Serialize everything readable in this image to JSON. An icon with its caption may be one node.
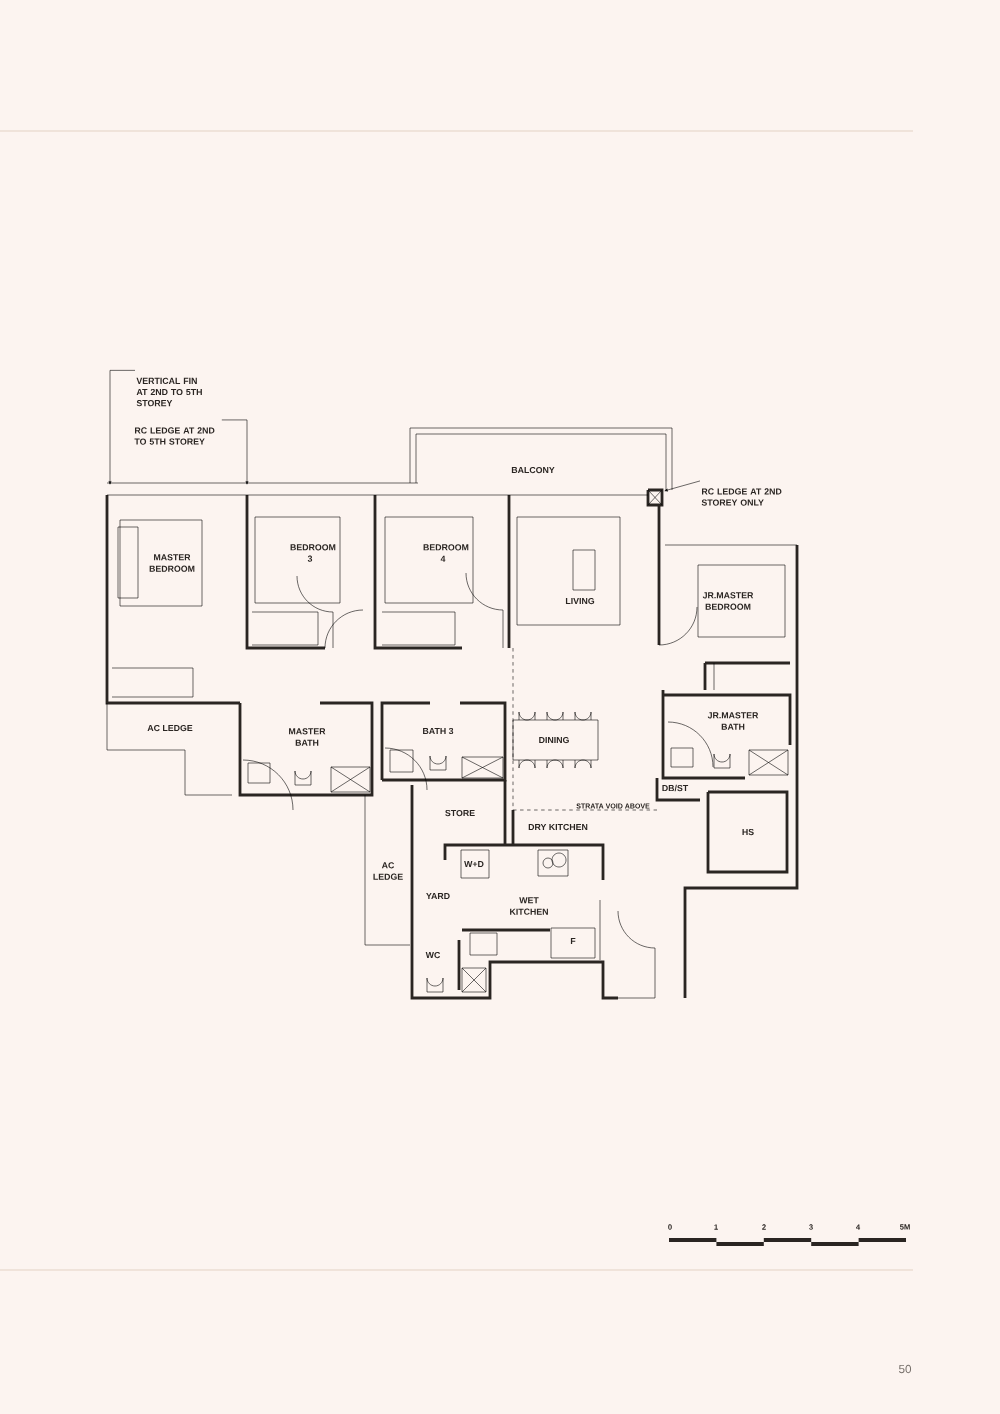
{
  "diagram": {
    "nodes": [
      {
        "text": [
          "VERTICAL FIN AT 2ND TO 5TH STOREY"
        ]
      },
      {
        "text": [
          "RC LEDGE AT 2ND TO 5TH STOREY"
        ]
      },
      {
        "text": [
          "RC LEDGE AT 2ND STOREY ONLY"
        ]
      }
    ],
    "edges": [
      {
        "from": 0,
        "to": null,
        "arrow": "to"
      },
      {
        "from": 1,
        "to": null,
        "arrow": "to"
      },
      {
        "from": 2,
        "to": null,
        "arrow": "to"
      }
    ],
    "labels": [
      "BALCONY",
      "MASTER BEDROOM",
      "BEDROOM 3",
      "BEDROOM 4",
      "LIVING",
      "JR.MASTER BEDROOM",
      "AC LEDGE",
      "MASTER BATH",
      "BATH 3",
      "DINING",
      "JR.MASTER BATH",
      "DB/ST",
      "STRATA VOID ABOVE",
      "STORE",
      "DRY KITCHEN",
      "HS",
      "AC LEDGE",
      "W+D",
      "YARD",
      "WET KITCHEN",
      "F",
      "WC",
      "0",
      "1",
      "2",
      "3",
      "4",
      "5M",
      "50"
    ]
  }
}
